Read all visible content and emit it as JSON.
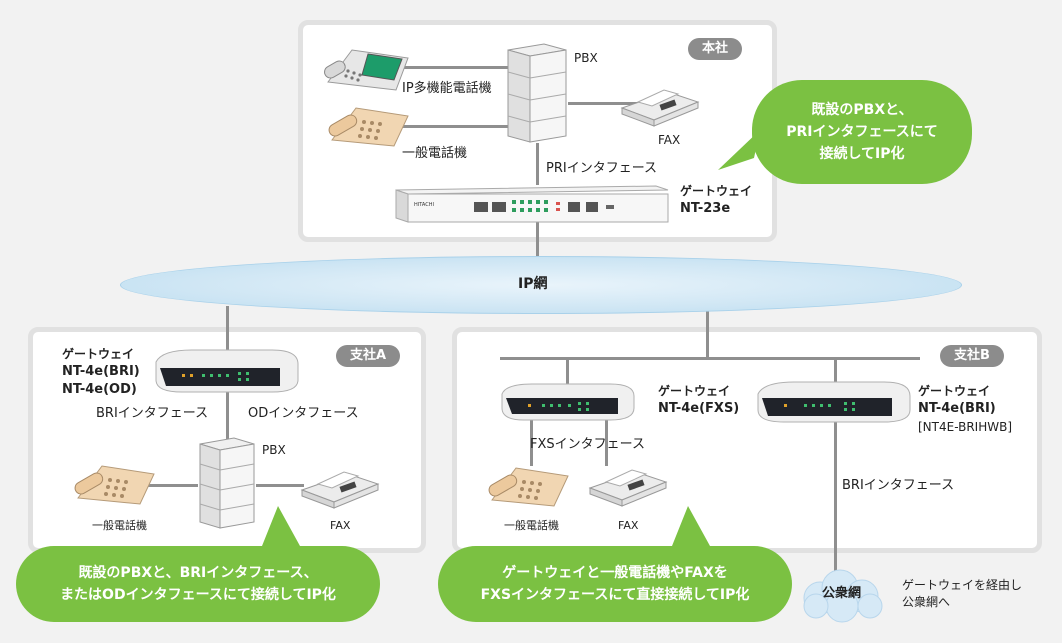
{
  "headquarters": {
    "badge": "本社",
    "ip_phone_label": "IP多機能電話機",
    "analog_phone_label": "一般電話機",
    "pbx_label": "PBX",
    "fax_label": "FAX",
    "pri_interface_label": "PRIインタフェース",
    "gateway_label_line1": "ゲートウェイ",
    "gateway_label_line2": "NT-23e",
    "callout": [
      "既設のPBXと、",
      "PRIインタフェースにて",
      "接続してIP化"
    ]
  },
  "network": {
    "label": "IP網"
  },
  "branch_a": {
    "badge": "支社A",
    "gateway_label_line1": "ゲートウェイ",
    "gateway_label_line2": "NT-4e(BRI)",
    "gateway_label_line3": "NT-4e(OD)",
    "bri_interface_label": "BRIインタフェース",
    "od_interface_label": "ODインタフェース",
    "pbx_label": "PBX",
    "phone_label": "一般電話機",
    "fax_label": "FAX",
    "callout": [
      "既設のPBXと、BRIインタフェース、",
      "またはODインタフェースにて接続してIP化"
    ]
  },
  "branch_b": {
    "badge": "支社B",
    "gateway_fxs_line1": "ゲートウェイ",
    "gateway_fxs_line2": "NT-4e(FXS)",
    "gateway_bri_line1": "ゲートウェイ",
    "gateway_bri_line2": "NT-4e(BRI)",
    "gateway_bri_line3": "[NT4E-BRIHWB]",
    "fxs_interface_label": "FXSインタフェース",
    "bri_interface_label": "BRIインタフェース",
    "phone_label": "一般電話機",
    "fax_label": "FAX",
    "public_network_label": "公衆網",
    "public_network_note_line1": "ゲートウェイを経由し",
    "public_network_note_line2": "公衆網へ",
    "callout": [
      "ゲートウェイと一般電話機やFAXを",
      "FXSインタフェースにて直接接続してIP化"
    ]
  },
  "colors": {
    "callout_green": "#7bc142",
    "badge_gray": "#8c8c8c",
    "network_blue": "#cfe6f4",
    "line_gray": "#8f8f8f"
  }
}
